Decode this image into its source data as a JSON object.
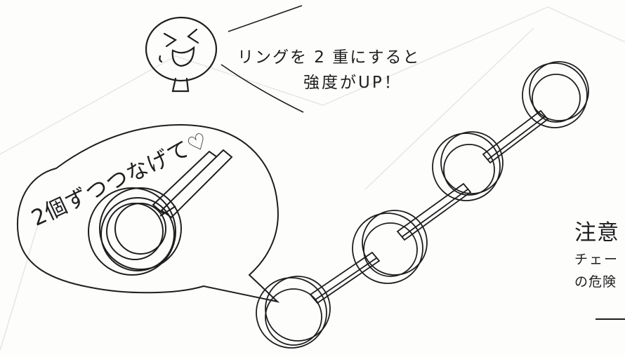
{
  "caption": {
    "line1": "リングを 2 重にすると",
    "line2": "強度がUP！"
  },
  "bubble": {
    "text": "2個ずつつなげて♡"
  },
  "notice": {
    "title": "注意",
    "line1": "チェー",
    "line2": "の危険"
  },
  "colors": {
    "ink": "#1e1e1e",
    "paper": "#fdfdfc"
  },
  "icons": [
    "smiling-face-icon",
    "double-ring-link-icon",
    "ring-chain-illustration"
  ]
}
